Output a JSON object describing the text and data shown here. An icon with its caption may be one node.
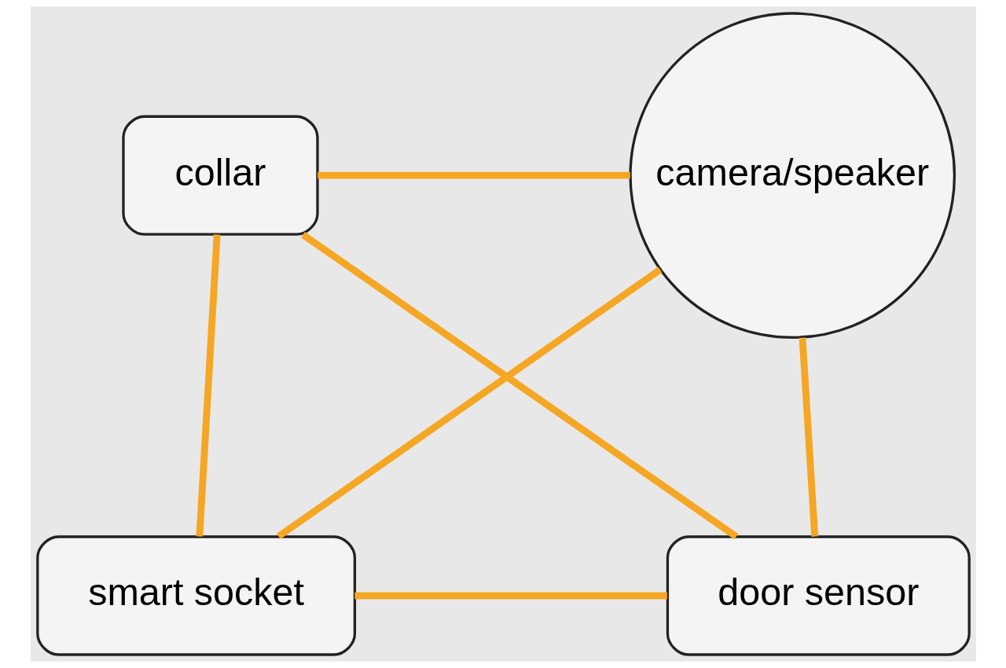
{
  "diagram": {
    "nodes": [
      {
        "text": [
          "collar"
        ]
      },
      {
        "text": [
          "camera/speaker"
        ]
      },
      {
        "text": [
          "smart socket"
        ]
      },
      {
        "text": [
          "door sensor"
        ]
      }
    ],
    "edges": [
      {
        "from": 0,
        "to": 1,
        "arrow": "none"
      },
      {
        "from": 0,
        "to": 2,
        "arrow": "none"
      },
      {
        "from": 0,
        "to": 3,
        "arrow": "none"
      },
      {
        "from": 1,
        "to": 2,
        "arrow": "none"
      },
      {
        "from": 1,
        "to": 3,
        "arrow": "none"
      },
      {
        "from": 2,
        "to": 3,
        "arrow": "none"
      }
    ]
  }
}
